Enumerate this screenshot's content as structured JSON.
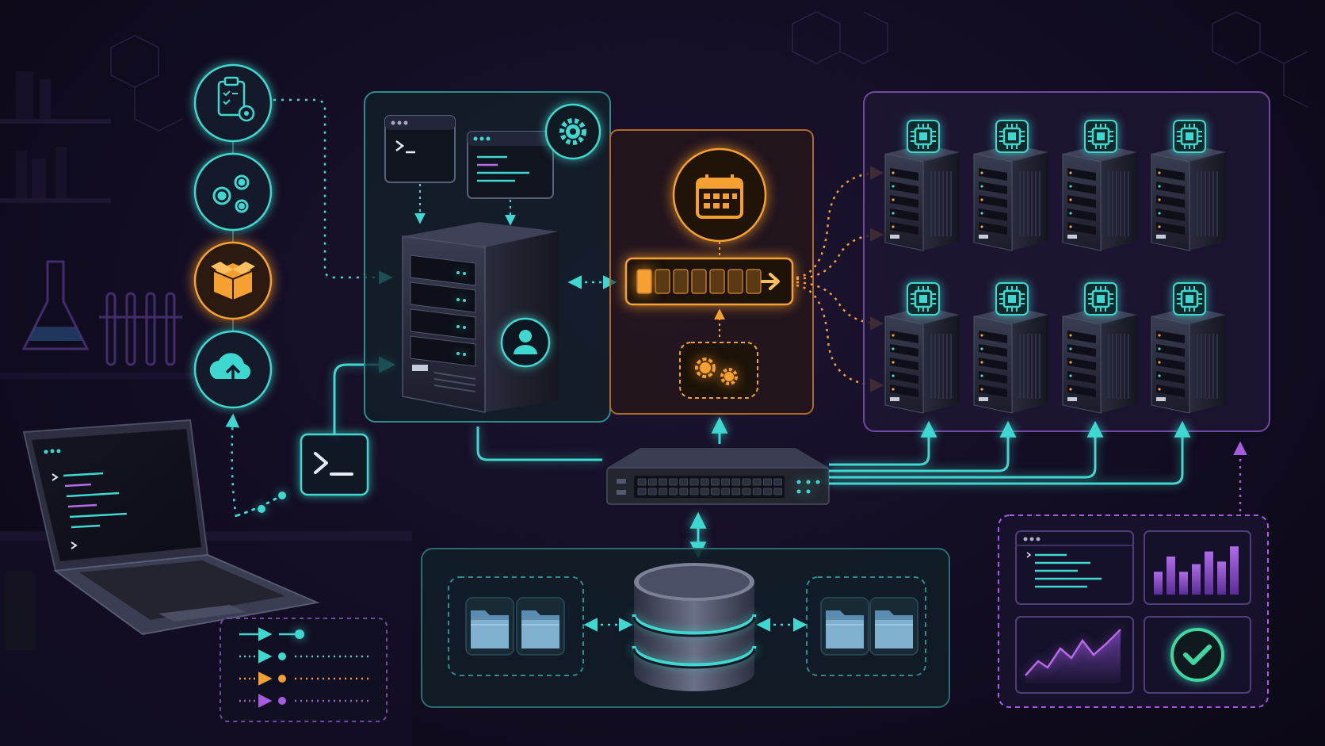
{
  "colors": {
    "background": "#120d22",
    "cyan": "#3fd8d0",
    "orange": "#f5a030",
    "purple": "#a65be0",
    "panel_border_cyan": "#2e8c8a",
    "panel_border_orange": "#b06a26",
    "panel_border_purple": "#6e4aa0"
  },
  "icons": {
    "workflow": [
      "clipboard-gear-icon",
      "gears-icon",
      "package-icon",
      "cloud-upload-icon"
    ],
    "terminal": "terminal-icon",
    "scheduler": "calendar-icon",
    "queue_processor": "gears-icon",
    "head_node_user": "user-icon",
    "compute_chip": "chip-icon",
    "storage_folder": "folder-icon",
    "success": "check-icon"
  },
  "compute_cluster": {
    "rows": 2,
    "nodes_per_row": 4
  },
  "job_queue": {
    "slots": 7,
    "active_slots": 1
  },
  "storage": {
    "left_folders": 2,
    "right_folders": 2
  },
  "monitoring": {
    "bar_levels": [
      0.45,
      0.75,
      0.45,
      0.6,
      0.85,
      0.65,
      0.95
    ]
  },
  "legend": {
    "rows": [
      "solid-cyan",
      "dotted-cyan",
      "dotted-orange",
      "dotted-purple"
    ]
  }
}
